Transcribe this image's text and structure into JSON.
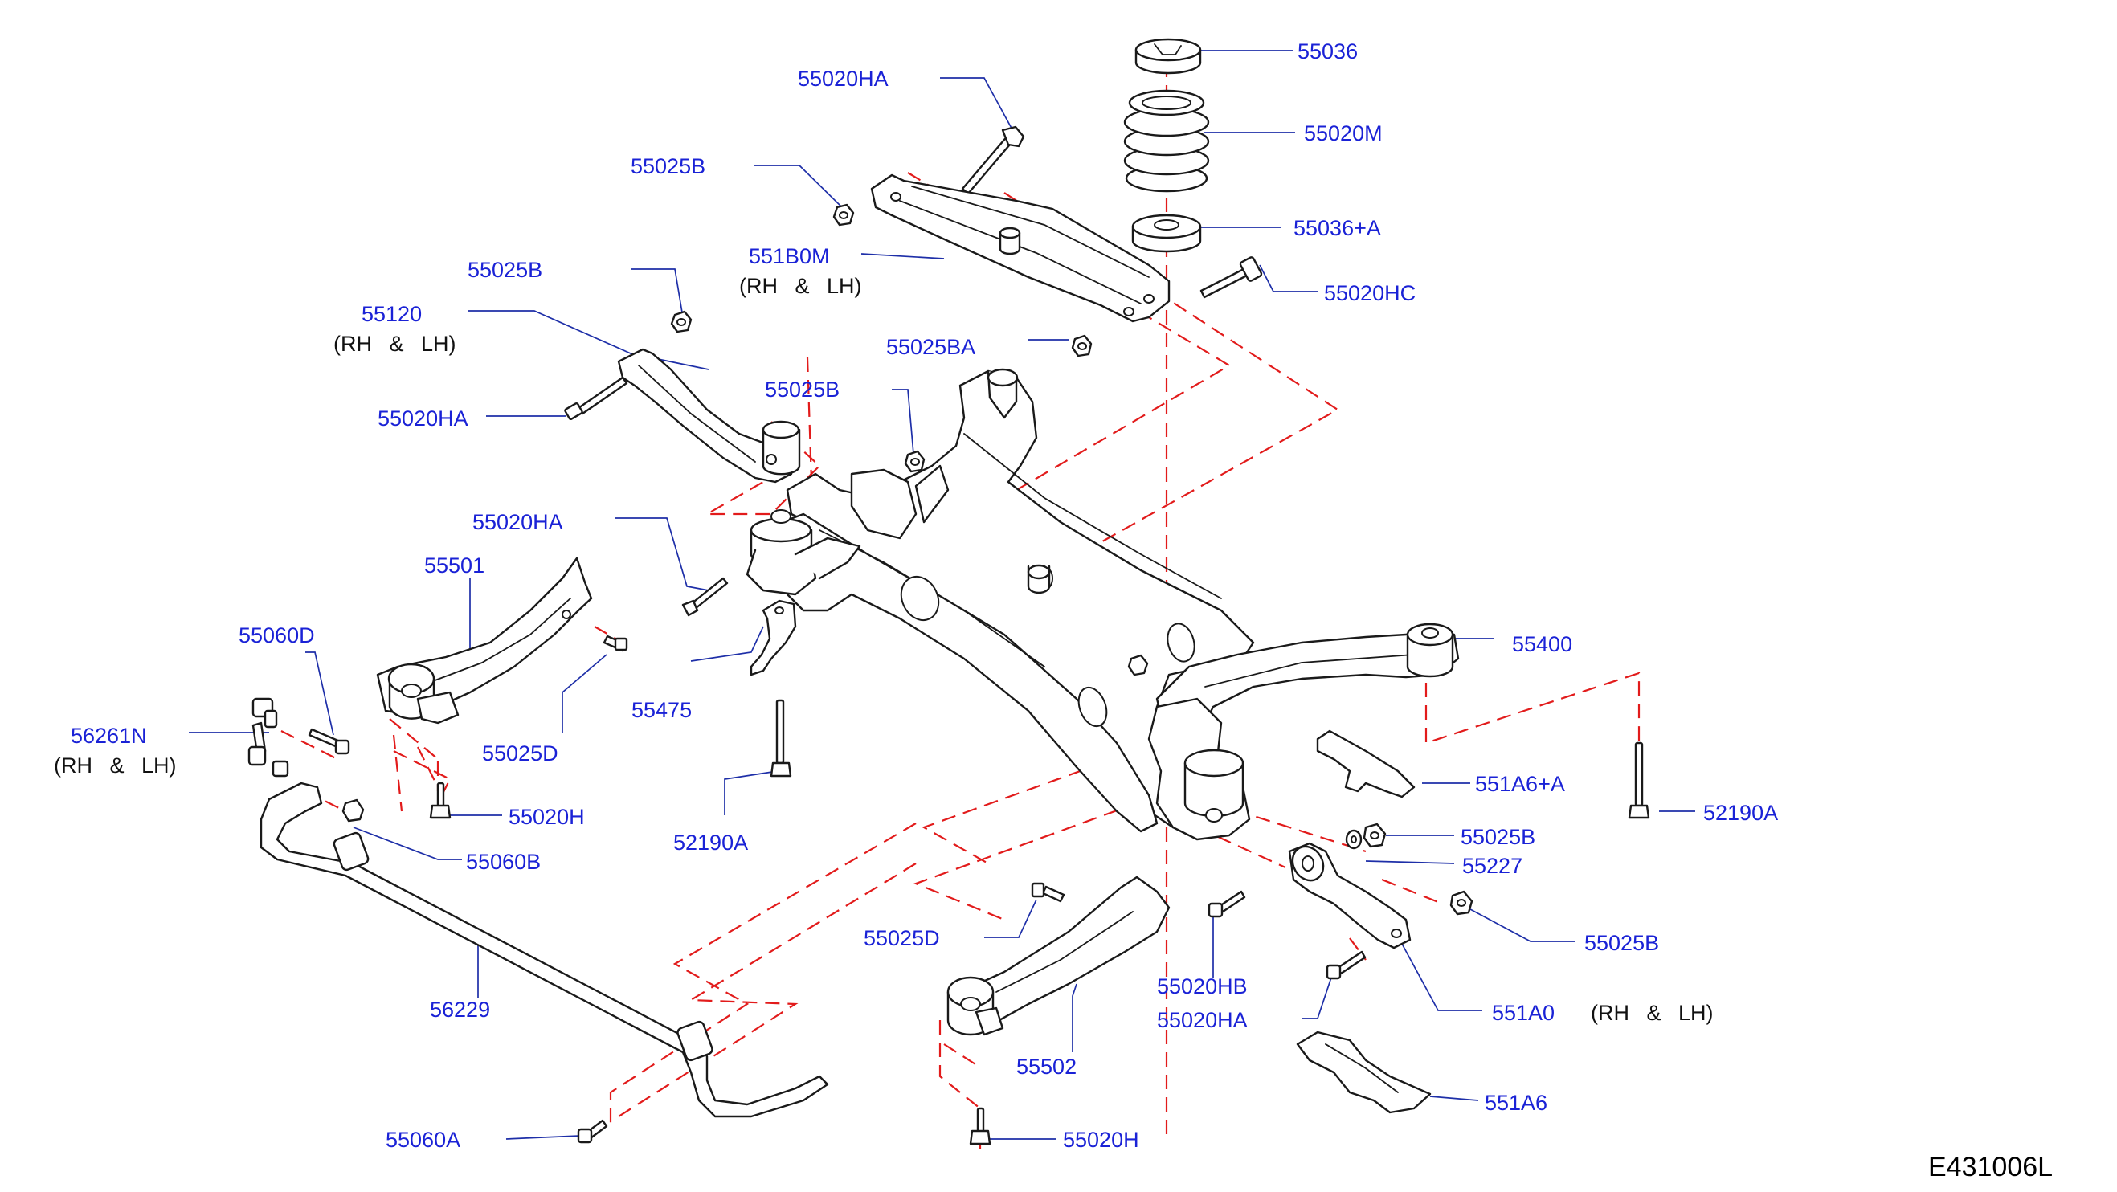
{
  "diagram": {
    "drawing_code": "E431006L",
    "callouts": [
      {
        "id": "c-55036",
        "label": "55036",
        "sub": ""
      },
      {
        "id": "c-55020HA-top",
        "label": "55020HA",
        "sub": ""
      },
      {
        "id": "c-55020M",
        "label": "55020M",
        "sub": ""
      },
      {
        "id": "c-55025B-a",
        "label": "55025B",
        "sub": ""
      },
      {
        "id": "c-55036A",
        "label": "55036+A",
        "sub": ""
      },
      {
        "id": "c-551B0M",
        "label": "551B0M",
        "sub": "(RH & LH)"
      },
      {
        "id": "c-55020HC",
        "label": "55020HC",
        "sub": ""
      },
      {
        "id": "c-55025B-b",
        "label": "55025B",
        "sub": ""
      },
      {
        "id": "c-55120",
        "label": "55120",
        "sub": "(RH & LH)"
      },
      {
        "id": "c-55025BA",
        "label": "55025BA",
        "sub": ""
      },
      {
        "id": "c-55020HA-left",
        "label": "55020HA",
        "sub": ""
      },
      {
        "id": "c-55025B-c",
        "label": "55025B",
        "sub": ""
      },
      {
        "id": "c-55020HA-mid",
        "label": "55020HA",
        "sub": ""
      },
      {
        "id": "c-55501",
        "label": "55501",
        "sub": ""
      },
      {
        "id": "c-55060D",
        "label": "55060D",
        "sub": ""
      },
      {
        "id": "c-55400",
        "label": "55400",
        "sub": ""
      },
      {
        "id": "c-55475",
        "label": "55475",
        "sub": ""
      },
      {
        "id": "c-56261N",
        "label": "56261N",
        "sub": "(RH & LH)"
      },
      {
        "id": "c-55025D-a",
        "label": "55025D",
        "sub": ""
      },
      {
        "id": "c-551A6A",
        "label": "551A6+A",
        "sub": ""
      },
      {
        "id": "c-52190A-right",
        "label": "52190A",
        "sub": ""
      },
      {
        "id": "c-55020H-a",
        "label": "55020H",
        "sub": ""
      },
      {
        "id": "c-55025B-d",
        "label": "55025B",
        "sub": ""
      },
      {
        "id": "c-52190A-mid",
        "label": "52190A",
        "sub": ""
      },
      {
        "id": "c-55060B",
        "label": "55060B",
        "sub": ""
      },
      {
        "id": "c-55227",
        "label": "55227",
        "sub": ""
      },
      {
        "id": "c-55025D-b",
        "label": "55025D",
        "sub": ""
      },
      {
        "id": "c-55025B-e",
        "label": "55025B",
        "sub": ""
      },
      {
        "id": "c-55020HB",
        "label": "55020HB",
        "sub": ""
      },
      {
        "id": "c-56229",
        "label": "56229",
        "sub": ""
      },
      {
        "id": "c-551A0",
        "label": "551A0",
        "sub": "(RH & LH)"
      },
      {
        "id": "c-55020HA-low",
        "label": "55020HA",
        "sub": ""
      },
      {
        "id": "c-55502",
        "label": "55502",
        "sub": ""
      },
      {
        "id": "c-551A6",
        "label": "551A6",
        "sub": ""
      },
      {
        "id": "c-55060A",
        "label": "55060A",
        "sub": ""
      },
      {
        "id": "c-55020H-b",
        "label": "55020H",
        "sub": ""
      }
    ]
  }
}
